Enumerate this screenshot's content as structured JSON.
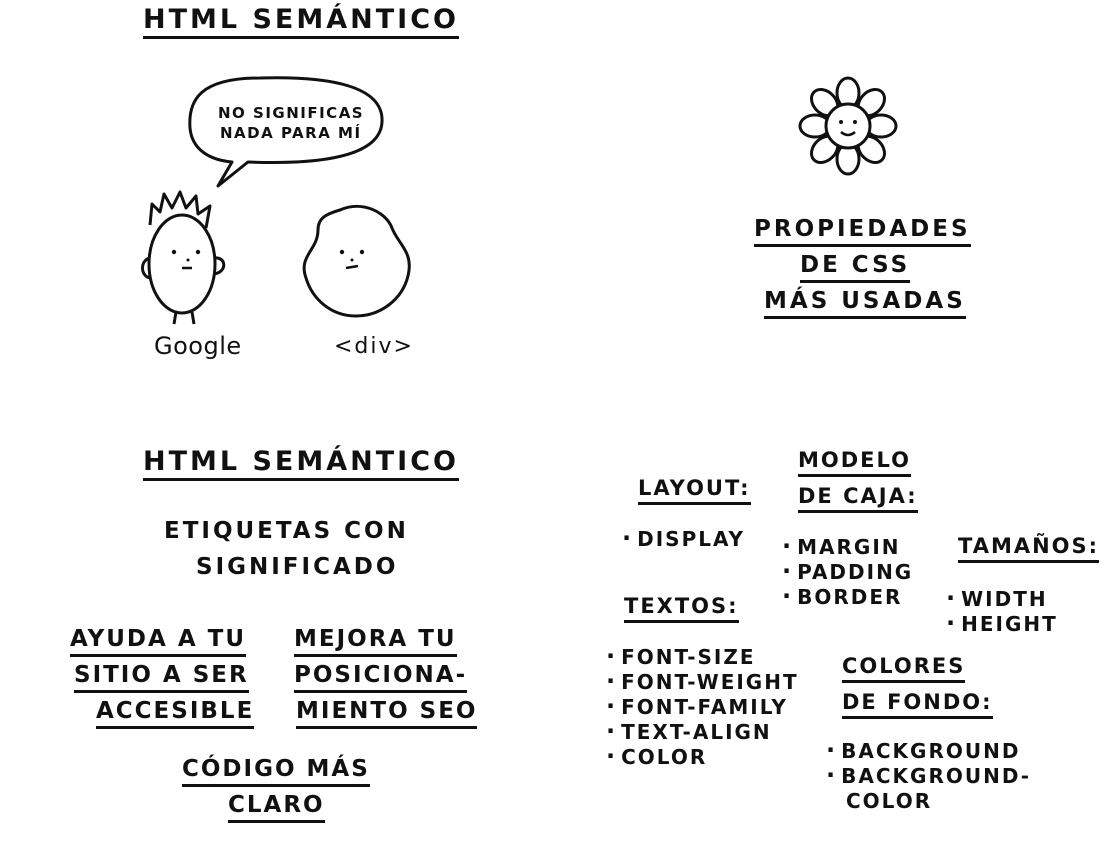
{
  "panel_tl": {
    "title": "HTML SEMÁNTICO",
    "speech_line1": "NO SIGNIFICAS",
    "speech_line2": "NADA PARA MÍ",
    "label_left": "Google",
    "label_right": "<div>"
  },
  "panel_tr": {
    "title_line1": "PROPIEDADES",
    "title_line2": "DE CSS",
    "title_line3": "MÁS USADAS"
  },
  "panel_bl": {
    "title": "HTML SEMÁNTICO",
    "subtitle_line1": "ETIQUETAS CON",
    "subtitle_line2": "SIGNIFICADO",
    "point1_line1": "AYUDA A TU",
    "point1_line2": "SITIO A SER",
    "point1_line3": "ACCESIBLE",
    "point2_line1": "MEJORA TU",
    "point2_line2": "POSICIONA-",
    "point2_line3": "MIENTO SEO",
    "point3_line1": "CÓDIGO MÁS",
    "point3_line2": "CLARO"
  },
  "panel_br": {
    "layout": {
      "heading": "LAYOUT:",
      "items": [
        "DISPLAY"
      ]
    },
    "box_model": {
      "heading_line1": "MODELO",
      "heading_line2": "DE CAJA:",
      "items": [
        "MARGIN",
        "PADDING",
        "BORDER"
      ]
    },
    "sizes": {
      "heading": "TAMAÑOS:",
      "items": [
        "WIDTH",
        "HEIGHT"
      ]
    },
    "texts": {
      "heading": "TEXTOS:",
      "items": [
        "FONT-SIZE",
        "FONT-WEIGHT",
        "FONT-FAMILY",
        "TEXT-ALIGN",
        "COLOR"
      ]
    },
    "backgrounds": {
      "heading_line1": "COLORES",
      "heading_line2": "DE FONDO:",
      "items": [
        "BACKGROUND",
        "BACKGROUND-",
        "COLOR"
      ]
    }
  }
}
